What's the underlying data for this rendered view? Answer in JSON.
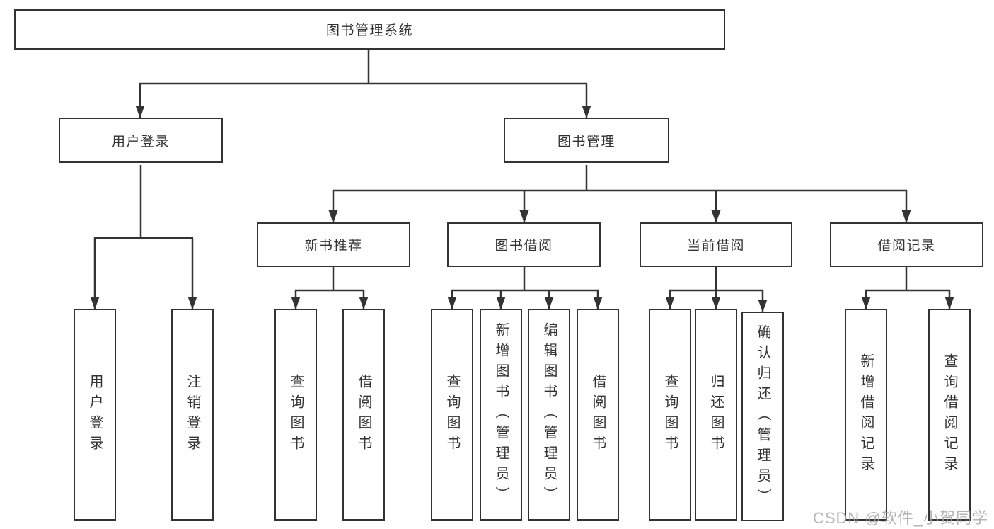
{
  "diagram": {
    "type": "hierarchy-tree",
    "colors": {
      "background": "#ffffff",
      "line": "#333333",
      "box_border": "#333333",
      "box_fill": "#ffffff",
      "text": "#333333",
      "watermark": "#a8a8a8"
    },
    "root": {
      "label": "图书管理系统"
    },
    "level2": [
      {
        "id": "user-login",
        "label": "用户登录"
      },
      {
        "id": "book-management",
        "label": "图书管理"
      }
    ],
    "level3": [
      {
        "id": "new-book-recommend",
        "label": "新书推荐"
      },
      {
        "id": "book-borrow",
        "label": "图书借阅"
      },
      {
        "id": "current-borrow",
        "label": "当前借阅"
      },
      {
        "id": "borrow-records",
        "label": "借阅记录"
      }
    ],
    "leaves": {
      "user_login": [
        "用户登录",
        "注销登录"
      ],
      "new_book_recommend": [
        "查询图书",
        "借阅图书"
      ],
      "book_borrow": [
        "查询图书",
        "新增图书（管理员）",
        "编辑图书（管理员）",
        "借阅图书"
      ],
      "current_borrow": [
        "查询图书",
        "归还图书",
        "确认归还（管理员）"
      ],
      "borrow_records": [
        "新增借阅记录",
        "查询借阅记录"
      ]
    },
    "watermark": {
      "text": "CSDN @软件_小贺同学"
    }
  }
}
